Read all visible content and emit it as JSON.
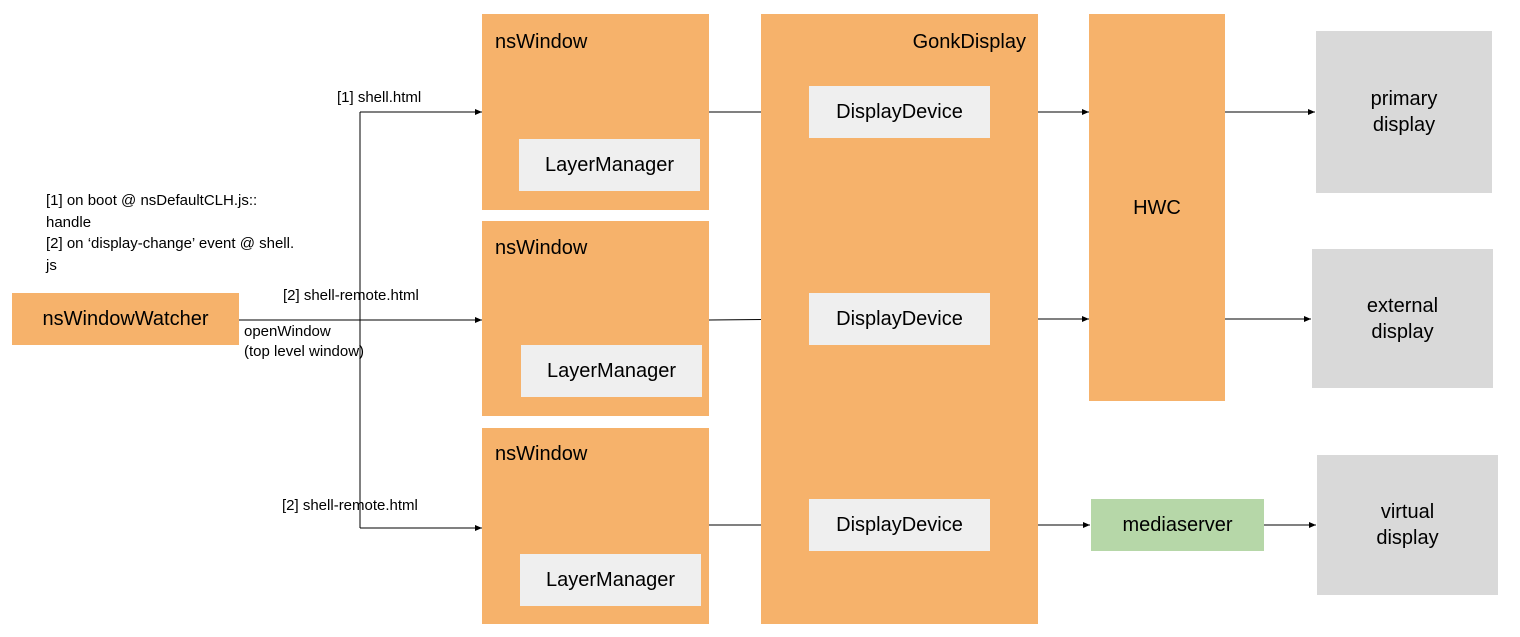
{
  "watcher": {
    "label": "nsWindowWatcher"
  },
  "notes": {
    "line1": "[1] on boot @ nsDefaultCLH.js::",
    "line2": "handle",
    "line3": "[2] on ‘display-change’ event @ shell.",
    "line4": "js"
  },
  "open_window": {
    "line1": "openWindow",
    "line2": "(top level window)"
  },
  "routes": [
    {
      "label": "[1] shell.html"
    },
    {
      "label": "[2] shell-remote.html"
    },
    {
      "label": "[2] shell-remote.html"
    }
  ],
  "windows": [
    {
      "title": "nsWindow",
      "layer_manager": "LayerManager"
    },
    {
      "title": "nsWindow",
      "layer_manager": "LayerManager"
    },
    {
      "title": "nsWindow",
      "layer_manager": "LayerManager"
    }
  ],
  "gonk": {
    "title": "GonkDisplay",
    "devices": [
      "DisplayDevice",
      "DisplayDevice",
      "DisplayDevice"
    ]
  },
  "hwc": {
    "label": "HWC"
  },
  "mediaserver": {
    "label": "mediaserver"
  },
  "displays": [
    {
      "line1": "primary",
      "line2": "display"
    },
    {
      "line1": "external",
      "line2": "display"
    },
    {
      "line1": "virtual",
      "line2": "display"
    }
  ],
  "colors": {
    "component": "#f6b26b",
    "inner_box": "#efefef",
    "display": "#d9d9d9",
    "mediaserver": "#b6d7a8",
    "connector": "#000000"
  }
}
